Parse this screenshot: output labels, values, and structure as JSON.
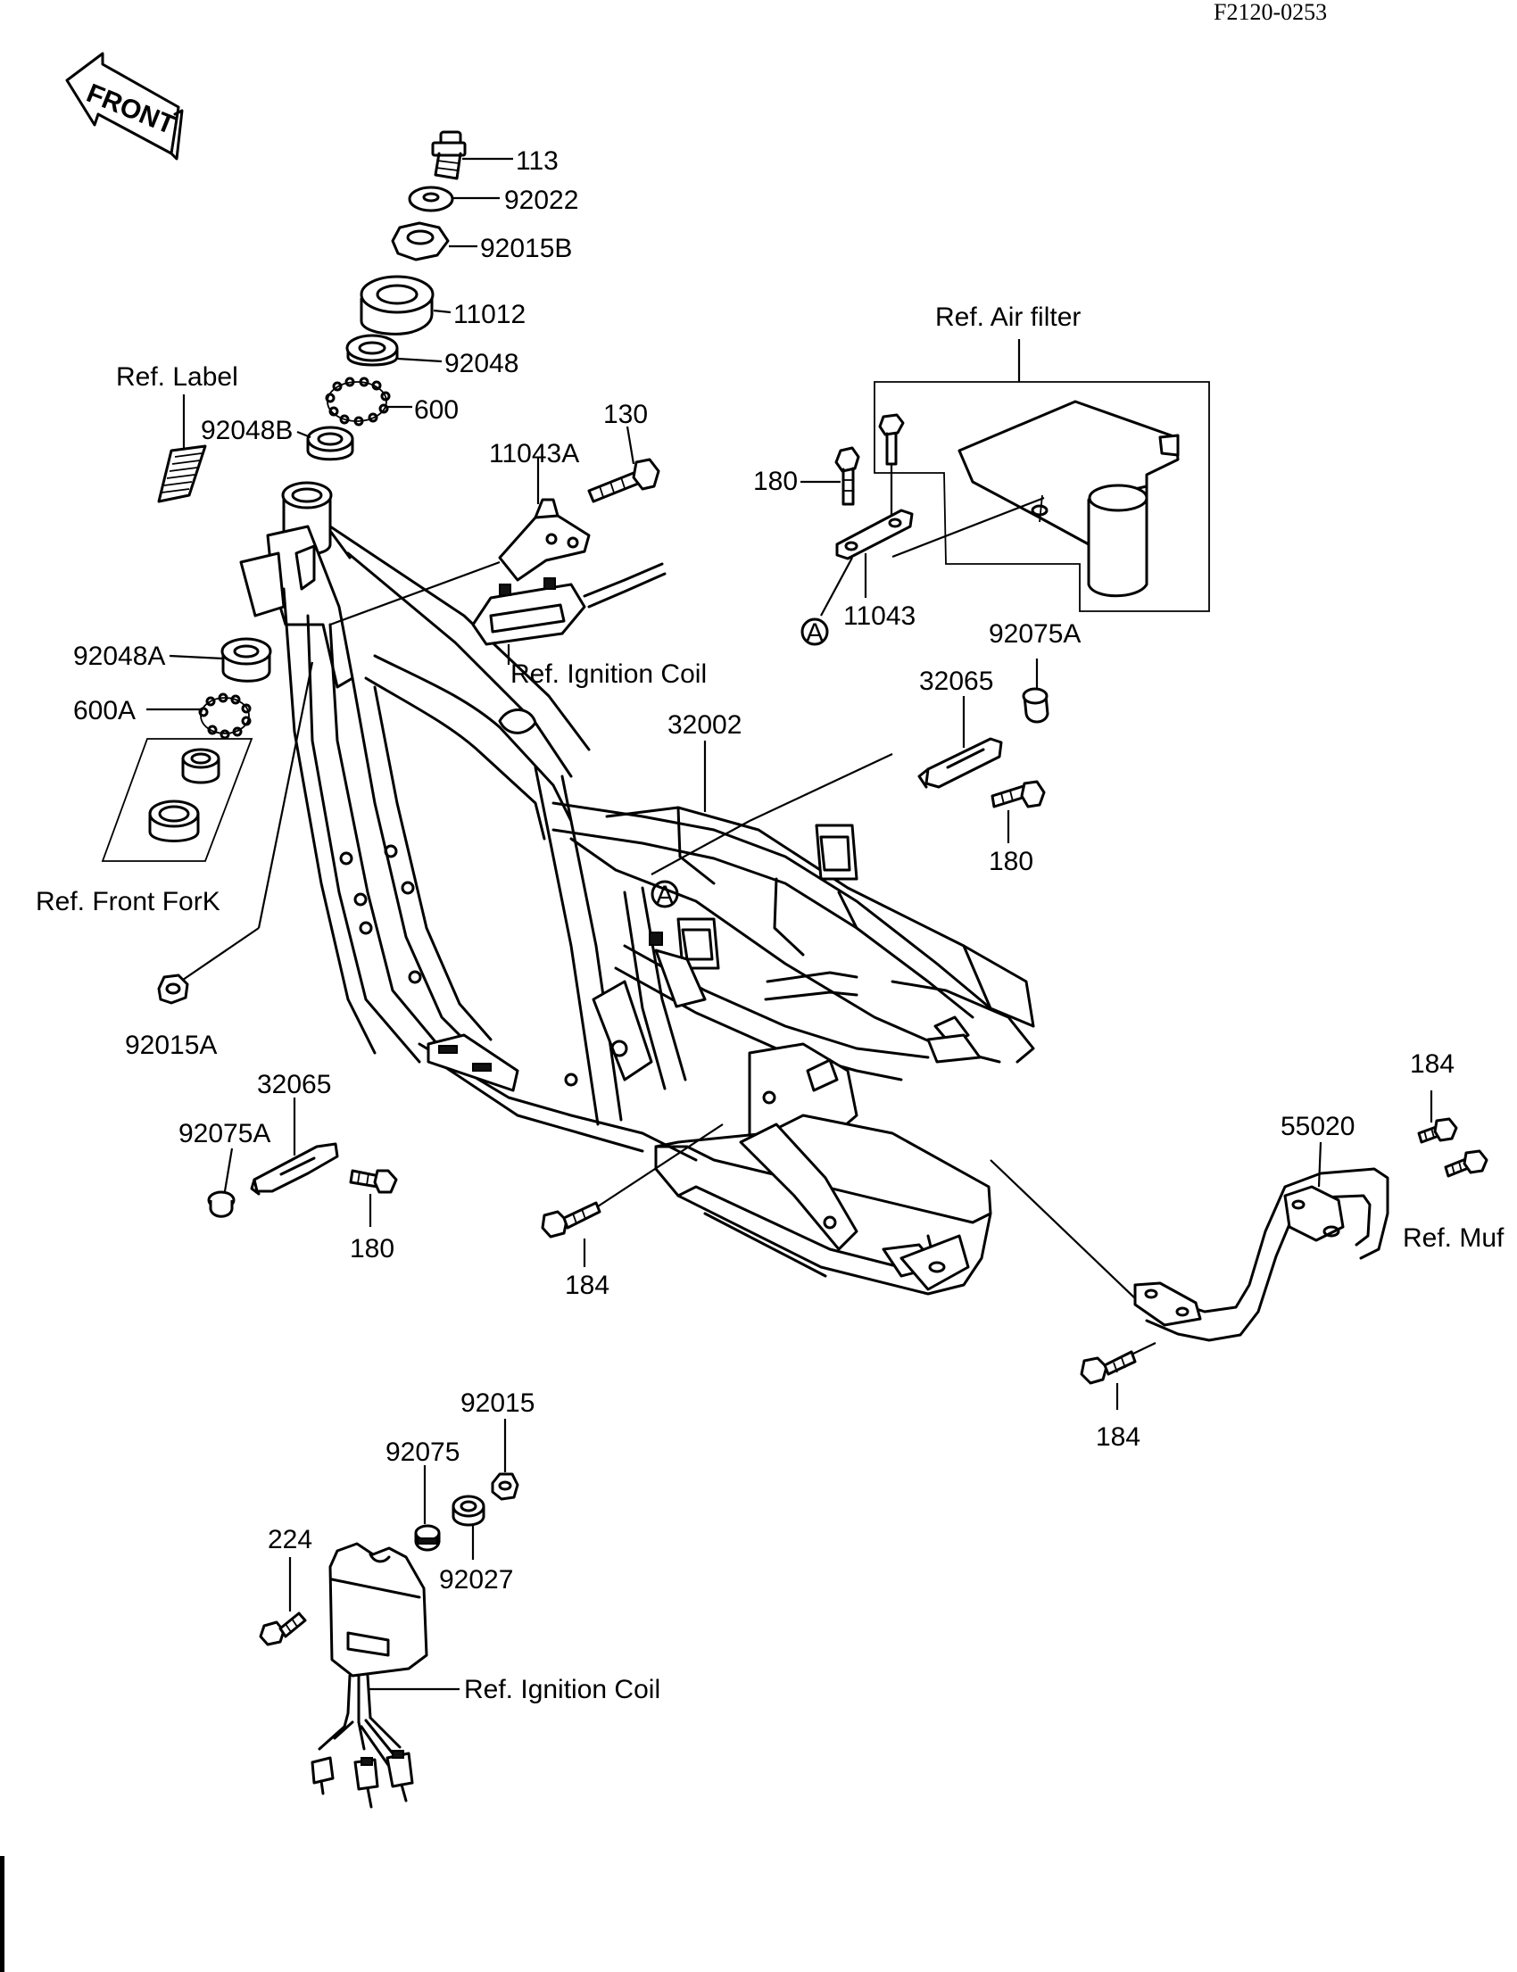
{
  "header": {
    "drawing_code": "F2120-0253"
  },
  "front_arrow": {
    "label": "FRONT"
  },
  "circle_marker": "A",
  "part_labels": {
    "p113": "113",
    "p92022": "92022",
    "p92015B": "92015B",
    "p11012": "11012",
    "p92048": "92048",
    "p600": "600",
    "p92048B": "92048B",
    "p130": "130",
    "p11043A": "11043A",
    "p180_top": "180",
    "p11043": "11043",
    "p92075A_top": "92075A",
    "p32065_right": "32065",
    "p180_right": "180",
    "p32002": "32002",
    "p92048A": "92048A",
    "p600A": "600A",
    "p92015A": "92015A",
    "p32065_left": "32065",
    "p92075A_left": "92075A",
    "p180_left": "180",
    "p184_mid": "184",
    "p184_top_right": "184",
    "p55020": "55020",
    "p184_bottom": "184",
    "p92015": "92015",
    "p92075": "92075",
    "p92027": "92027",
    "p224": "224"
  },
  "reference_labels": {
    "air_filter": "Ref. Air filter",
    "label": "Ref. Label",
    "ignition_coil_top": "Ref. Ignition Coil",
    "front_fork": "Ref. Front ForK",
    "muffler": "Ref. Muf",
    "ignition_coil_bottom": "Ref. Ignition Coil"
  }
}
